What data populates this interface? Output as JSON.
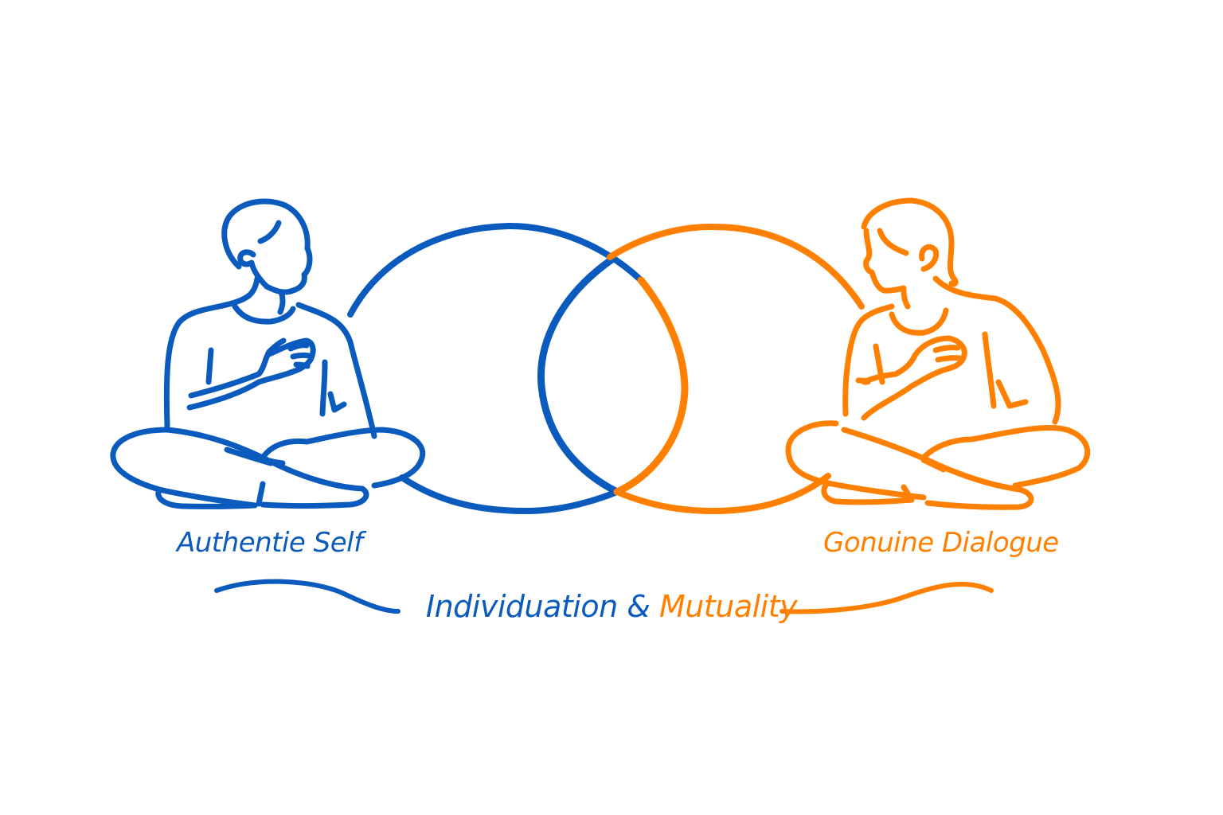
{
  "colors": {
    "blue": "#0a5bbd",
    "orange": "#ff8000",
    "background": "#ffffff"
  },
  "figures": [
    {
      "side": "left",
      "color": "blue",
      "pose": "seated cross-legged, hand on heart, looking right",
      "label": "Authentie Self"
    },
    {
      "side": "right",
      "color": "orange",
      "pose": "seated cross-legged, hand on heart, looking left",
      "label": "Gonuine Dialogue"
    }
  ],
  "rings": [
    {
      "name": "left-ring",
      "color": "blue"
    },
    {
      "name": "right-ring",
      "color": "orange"
    }
  ],
  "tagline": {
    "part1": "Individuation",
    "connector": " & ",
    "part2": "Mutuality"
  }
}
